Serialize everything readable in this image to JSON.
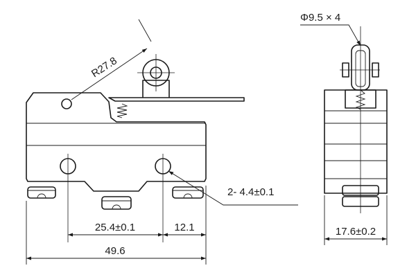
{
  "drawing": {
    "radius_label": "R27.8",
    "roller_label": "Φ9.5 × 4",
    "hole_label": "2- 4.4±0.1",
    "hole_spacing_label": "25.4±0.1",
    "terminal_offset_label": "12.1",
    "overall_length_label": "49.6",
    "side_width_label": "17.6±0.2"
  }
}
